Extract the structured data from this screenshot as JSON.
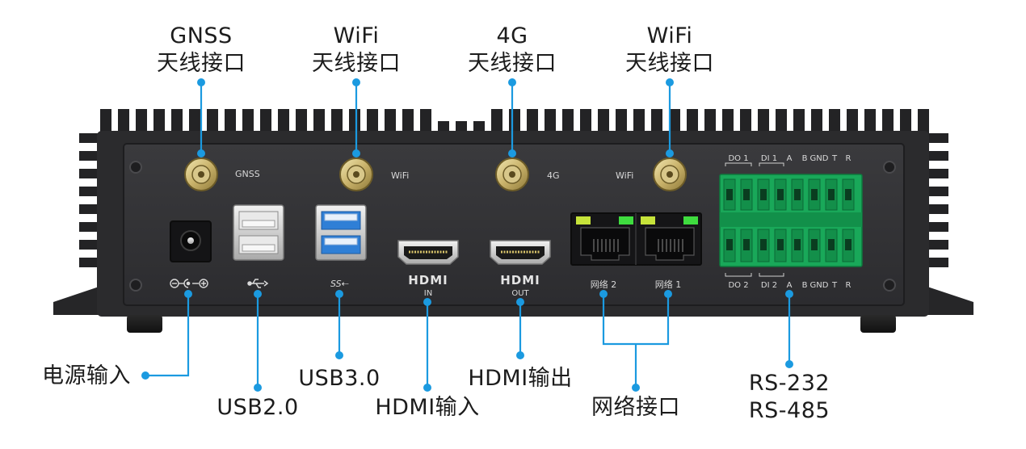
{
  "callouts": {
    "gnss_antenna": [
      "GNSS",
      "天线接口"
    ],
    "wifi_antenna_left": [
      "WiFi",
      "天线接口"
    ],
    "lte_antenna": [
      "4G",
      "天线接口"
    ],
    "wifi_antenna_right": [
      "WiFi",
      "天线接口"
    ],
    "power_input": "电源输入",
    "usb2": "USB2.0",
    "usb3": "USB3.0",
    "hdmi_in": "HDMI输入",
    "hdmi_out": "HDMI输出",
    "network": "网络接口",
    "serial": [
      "RS-232",
      "RS-485"
    ]
  },
  "panel_labels": {
    "gnss": "GNSS",
    "wifi_left": "WiFi",
    "lte": "4G",
    "wifi_right": "WiFi",
    "hdmi_logo": "HDMI",
    "hdmi_in": "IN",
    "hdmi_out": "OUT",
    "lan2": "网络 2",
    "lan1": "网络 1",
    "usb3_mark": "SS⇠",
    "terminal_top": [
      "DO 1",
      "DI 1",
      "A",
      "B",
      "GND",
      "T",
      "R"
    ],
    "terminal_bottom": [
      "DO 2",
      "DI 2",
      "A",
      "B",
      "GND",
      "T",
      "R"
    ]
  },
  "colors": {
    "pointer": "#1b9ae0",
    "chassis": "#2b2b2d",
    "panel": "#333336",
    "usb3_blue": "#2f7fd6",
    "terminal_green": "#19a859",
    "antenna_gold": "#c9b26a",
    "led_green": "#3fdc3f",
    "led_yellow": "#c6e33a"
  }
}
